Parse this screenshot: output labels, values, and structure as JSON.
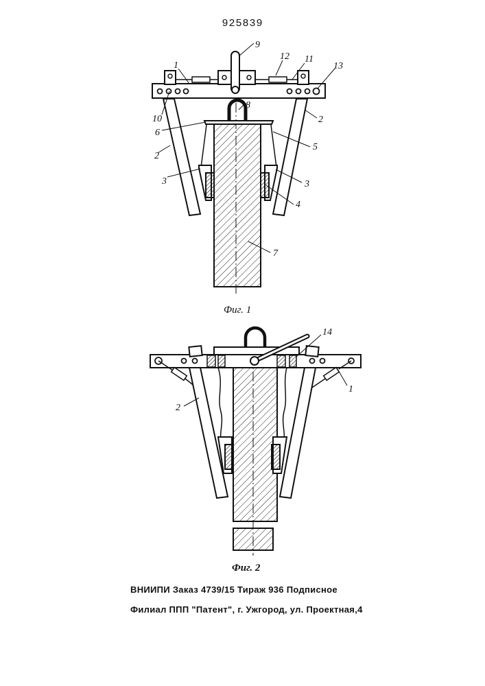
{
  "document": {
    "patent_number": "925839",
    "imprint_line1": "ВНИИПИ  Заказ 4739/15  Тираж 936  Подписное",
    "imprint_line2": "Филиал ППП \"Патент\", г. Ужгород, ул. Проектная,4"
  },
  "figure1": {
    "caption": "Фиг. 1",
    "labels": {
      "l1": "1",
      "l2a": "2",
      "l2b": "2",
      "l3a": "3",
      "l3b": "3",
      "l4": "4",
      "l5": "5",
      "l6": "6",
      "l7": "7",
      "l8": "8",
      "l9": "9",
      "l10": "10",
      "l11": "11",
      "l12": "12",
      "l13": "13"
    }
  },
  "figure2": {
    "caption": "Фиг. 2",
    "labels": {
      "l1": "1",
      "l2": "2",
      "l14": "14"
    }
  }
}
